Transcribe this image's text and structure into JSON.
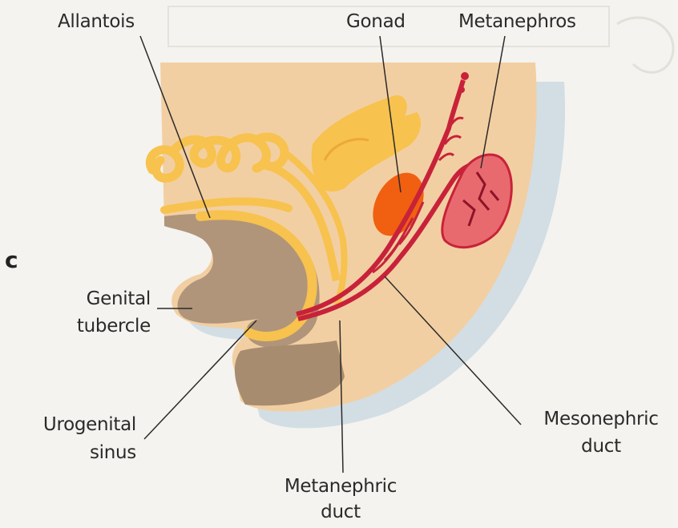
{
  "panel_label": "c",
  "labels": {
    "allantois": "Allantois",
    "gonad": "Gonad",
    "metanephros": "Metanephros",
    "genital_tubercle_1": "Genital",
    "genital_tubercle_2": "tubercle",
    "urogenital_sinus_1": "Urogenital",
    "urogenital_sinus_2": "sinus",
    "metanephric_duct_1": "Metanephric",
    "metanephric_duct_2": "duct",
    "mesonephric_duct_1": "Mesonephric",
    "mesonephric_duct_2": "duct"
  },
  "colors": {
    "background": "#f4f3ef",
    "embryo_body": "#f2cfa2",
    "cloaca_region": "#b0957a",
    "allantois_yellow": "#f7c24e",
    "gonad": "#f06010",
    "ducts_red": "#c8223a",
    "metanephros_pink": "#e86a6f"
  }
}
